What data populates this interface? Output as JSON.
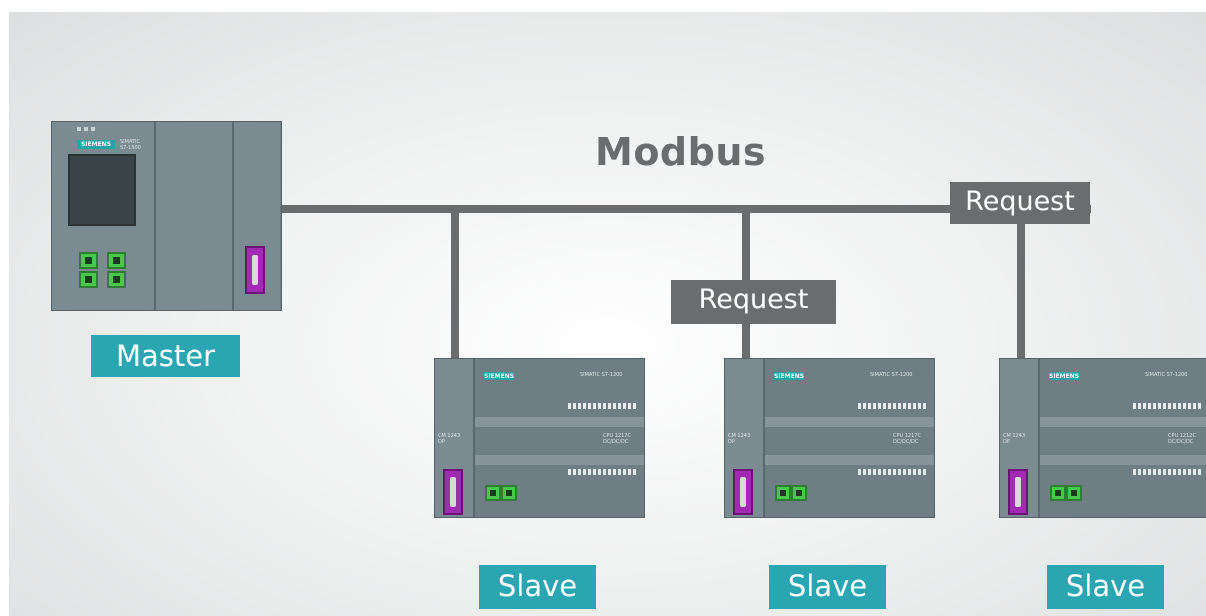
{
  "diagram": {
    "title": "Modbus",
    "master": {
      "label": "Master",
      "brand": "SIEMENS",
      "model": "SIMATIC\nS7-1500"
    },
    "requests": [
      {
        "label": "Request"
      },
      {
        "label": "Request"
      }
    ],
    "slaves": [
      {
        "label": "Slave",
        "brand": "SIEMENS",
        "model": "SIMATIC S7-1200",
        "cpu": "CPU 1217C\nDC/DC/DC",
        "module": "CM 1243\nDP"
      },
      {
        "label": "Slave",
        "brand": "SIEMENS",
        "model": "SIMATIC S7-1200",
        "cpu": "CPU 1217C\nDC/DC/DC",
        "module": "CM 1243\nDP"
      },
      {
        "label": "Slave",
        "brand": "SIEMENS",
        "model": "SIMATIC S7-1200",
        "cpu": "CPU 1212C\nDC/DC/DC",
        "module": "CM 1243\nDP"
      }
    ],
    "colors": {
      "bus": "#6a6c6e",
      "badge": "#2aa6b3",
      "plc_body": "#6f7e85"
    }
  }
}
